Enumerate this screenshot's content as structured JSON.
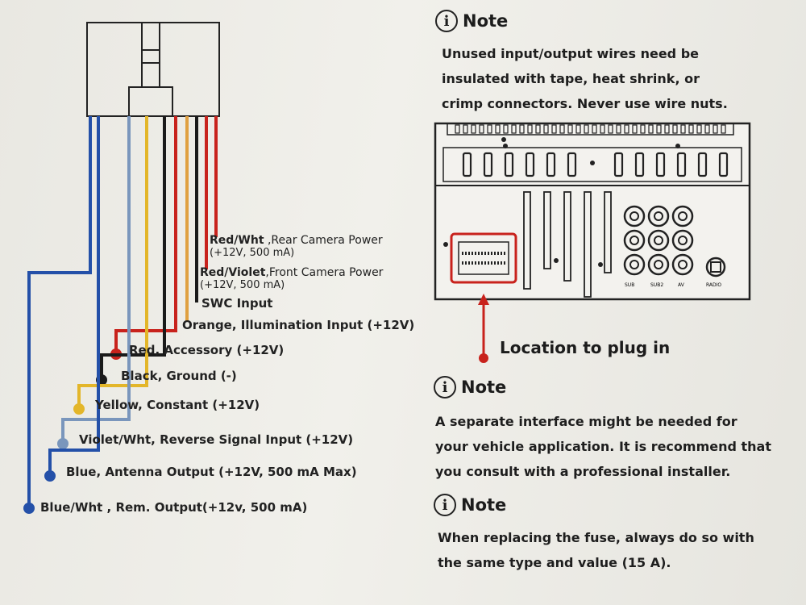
{
  "wires": [
    {
      "color_name": "Red/Wht",
      "label": "Red/Wht",
      "desc": " ,Rear Camera Power",
      "sub": "(+12V, 500 mA)",
      "color": "#c8221c"
    },
    {
      "color_name": "Red/Violet",
      "label": "Red/Violet",
      "desc": ",Front Camera Power",
      "sub": "(+12V, 500 mA)",
      "color": "#c8221c"
    },
    {
      "color_name": "SWC",
      "label": "SWC Input",
      "desc": "",
      "sub": "",
      "color": "#1a1a1a"
    },
    {
      "color_name": "Orange",
      "label": "Orange",
      "desc": ", Illumination Input (+12V)",
      "sub": "",
      "color": "#e0a040"
    },
    {
      "color_name": "Red",
      "label": "Red",
      "desc": ", Accessory (+12V)",
      "sub": "",
      "color": "#c8221c"
    },
    {
      "color_name": "Black",
      "label": "Black",
      "desc": ", Ground (-)",
      "sub": "",
      "color": "#1a1a1a"
    },
    {
      "color_name": "Yellow",
      "label": "Yellow",
      "desc": ", Constant (+12V)",
      "sub": "",
      "color": "#e3b62a"
    },
    {
      "color_name": "Violet/Wht",
      "label": "Violet/Wht",
      "desc": ", Reverse Signal Input (+12V)",
      "sub": "",
      "color": "#7a96bc"
    },
    {
      "color_name": "Blue",
      "label": "Blue",
      "desc": ", Antenna Output  (+12V, 500 mA Max)",
      "sub": "",
      "color": "#2450a8"
    },
    {
      "color_name": "Blue/Wht",
      "label": "Blue/Wht",
      "desc": " , Rem. Output(+12v, 500 mA)",
      "sub": "",
      "color": "#2450a8"
    }
  ],
  "notes": [
    {
      "title": "Note",
      "icon": "info-icon",
      "text": "Unused input/output wires need be insulated with tape, heat shrink, or crimp connectors. Never use wire nuts."
    },
    {
      "title": "Note",
      "icon": "info-icon",
      "text": "A separate interface might be needed for your vehicle application. It is recommend that you consult with a professional installer."
    },
    {
      "title": "Note",
      "icon": "info-icon",
      "text": "When replacing the fuse, always do so with the same type and value (15 A)."
    }
  ],
  "plug_label": "Location to plug in",
  "unit_jack_labels": [
    "SUB",
    "SUB2",
    "AV",
    "RADIO"
  ],
  "colors": {
    "accent_red": "#c8221c",
    "ink": "#1c1c1c"
  }
}
